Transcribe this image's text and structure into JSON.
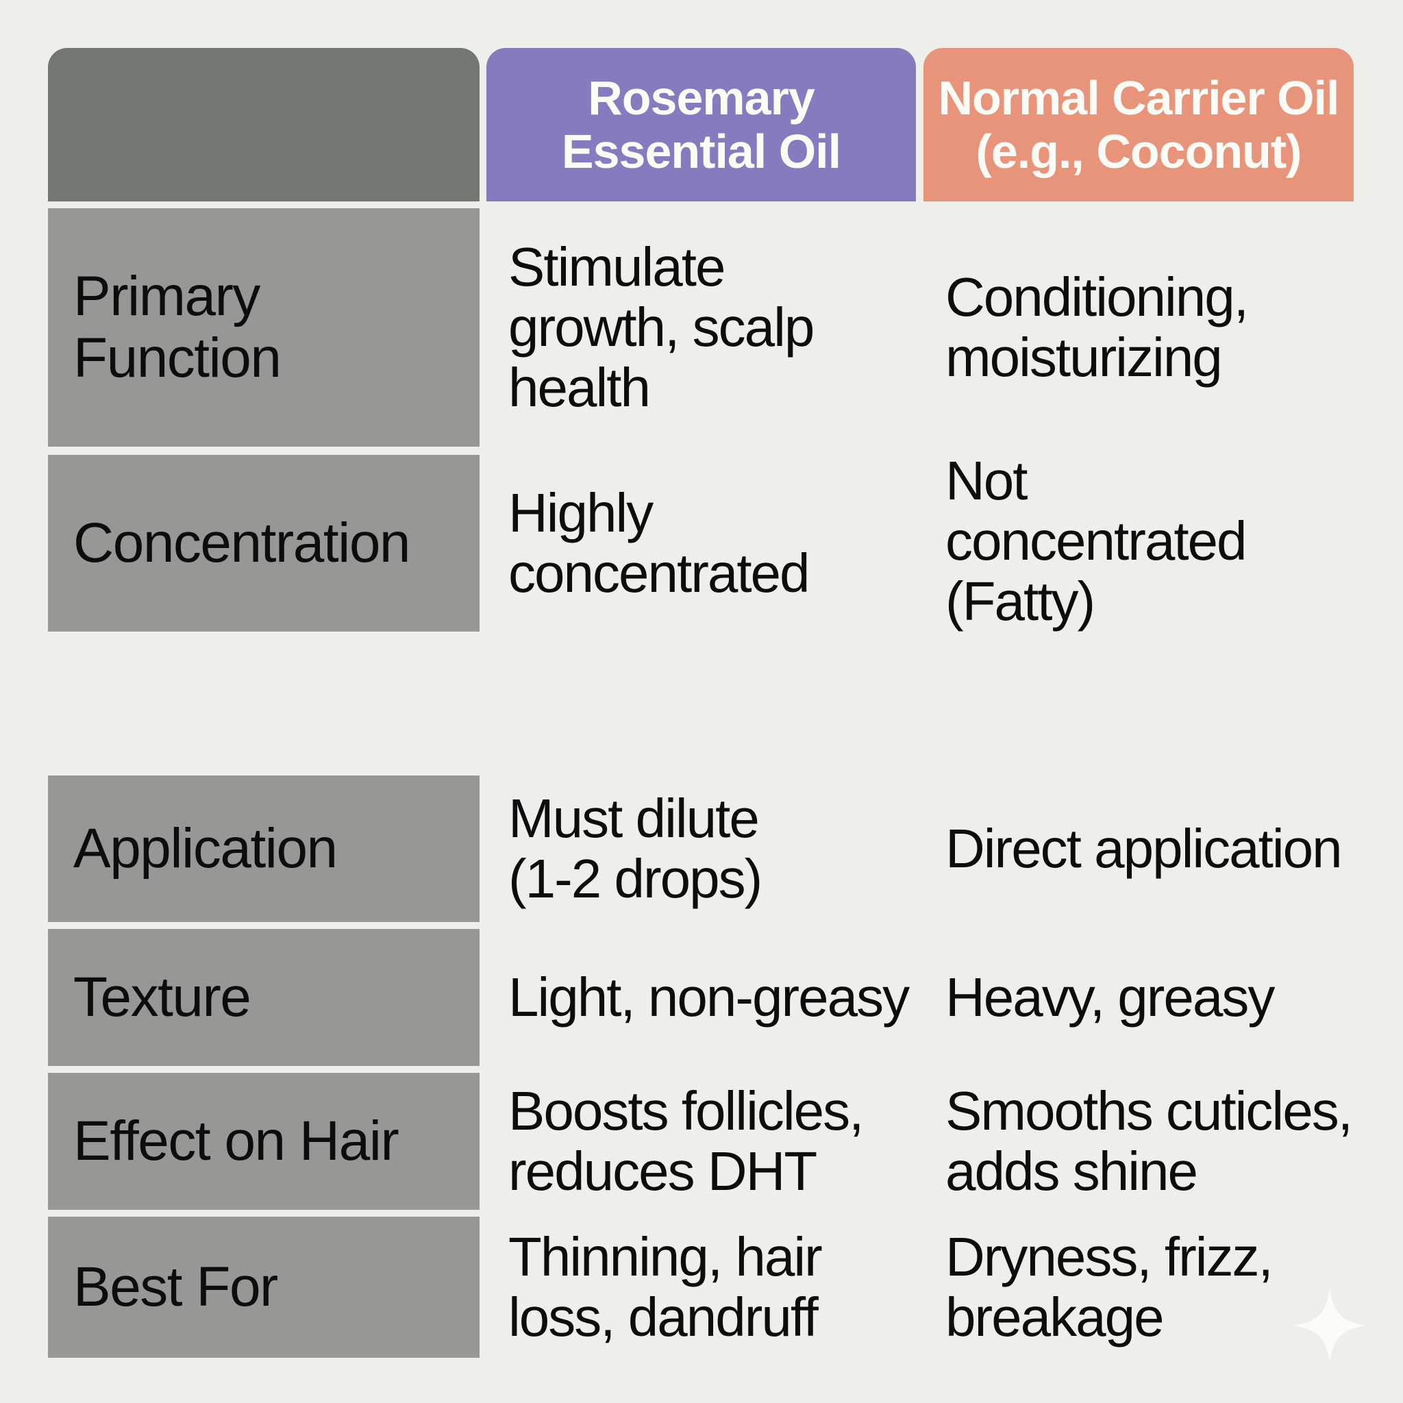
{
  "table": {
    "columns": [
      {
        "label": "",
        "color": "#737771"
      },
      {
        "label": "Rosemary\nEssential Oil",
        "color": "#877bbf"
      },
      {
        "label": "Normal Carrier Oil\n(e.g., Coconut)",
        "color": "#e8947a"
      }
    ],
    "rows": [
      {
        "label": "Primary\nFunction",
        "rosemary": "Stimulate\ngrowth, scalp\nhealth",
        "carrier": "Conditioning,\nmoisturizing"
      },
      {
        "label": "Concentration",
        "rosemary": "Highly\nconcentrated",
        "carrier": "Not\nconcentrated\n(Fatty)"
      },
      {
        "label": "Application",
        "rosemary": "Must dilute\n(1-2 drops)",
        "carrier": "Direct application"
      },
      {
        "label": "Texture",
        "rosemary": "Light, non-greasy",
        "carrier": "Heavy, greasy"
      },
      {
        "label": "Effect on Hair",
        "rosemary": "Boosts follicles,\nreduces DHT",
        "carrier": "Smooths cuticles,\nadds shine"
      },
      {
        "label": "Best For",
        "rosemary": "Thinning, hair\nloss, dandruff",
        "carrier": "Dryness, frizz,\nbreakage"
      }
    ]
  },
  "colors": {
    "background": "#eeeeea",
    "label_cell": "#979895",
    "header_text": "#fbfbf6"
  },
  "icons": {
    "corner_mark": "sparkle-icon"
  }
}
